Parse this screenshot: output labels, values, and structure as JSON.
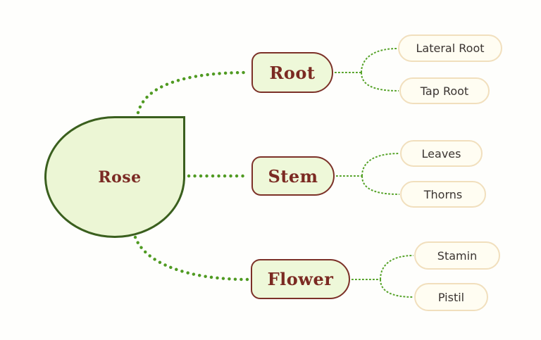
{
  "colors": {
    "background": "#fefefc",
    "connector_green": "#4f9a21",
    "fork_connector_green": "#57a32a",
    "center_node_fill": "#ecf6d5",
    "center_node_border": "#3a5f1e",
    "branch_node_fill": "#eef8d9",
    "branch_node_border": "#7c3128",
    "branch_text": "#7b2a22",
    "child_node_fill": "#fffdf2",
    "child_node_border": "#f1dfbd",
    "child_text": "#3a3431"
  },
  "mindmap": {
    "center": {
      "label": "Rose"
    },
    "branches": [
      {
        "label": "Root",
        "children": [
          {
            "label": "Lateral Root"
          },
          {
            "label": "Tap Root"
          }
        ]
      },
      {
        "label": "Stem",
        "children": [
          {
            "label": "Leaves"
          },
          {
            "label": "Thorns"
          }
        ]
      },
      {
        "label": "Flower",
        "children": [
          {
            "label": "Stamin"
          },
          {
            "label": "Pistil"
          }
        ]
      }
    ]
  }
}
